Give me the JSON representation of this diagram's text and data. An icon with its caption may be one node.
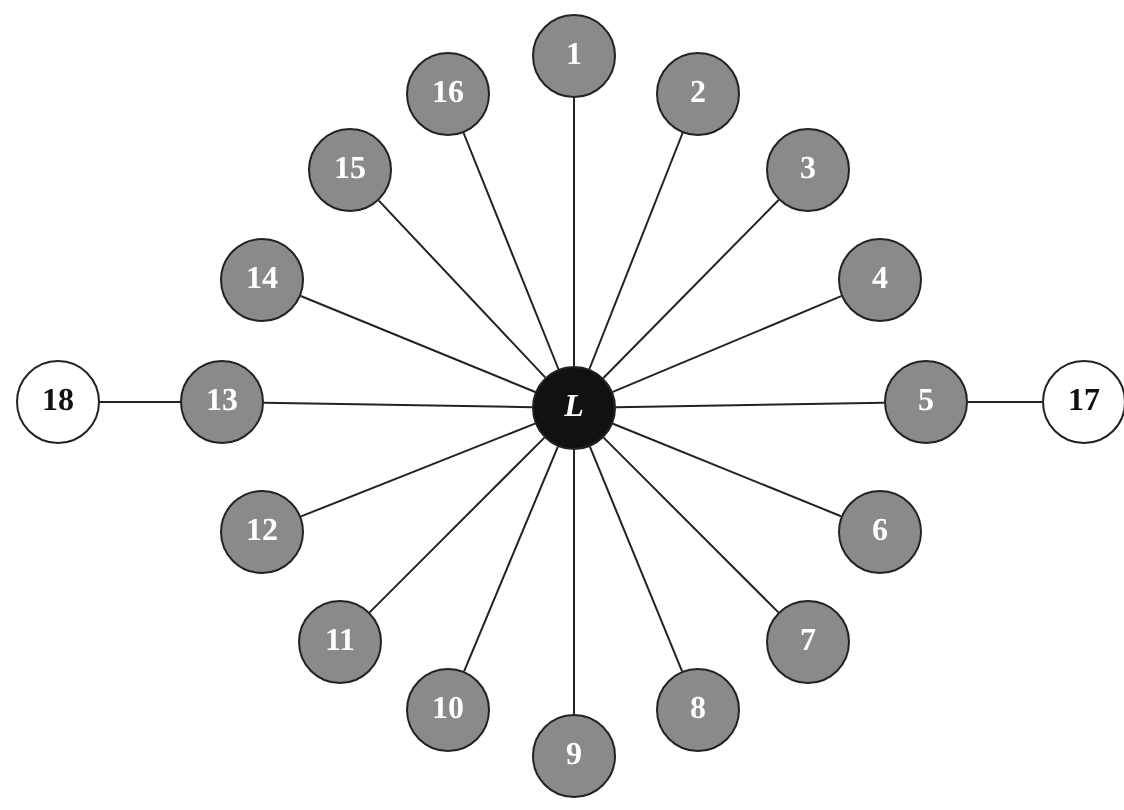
{
  "diagram": {
    "nodes": [
      {
        "text": [
          "L"
        ]
      },
      {
        "text": [
          "1"
        ]
      },
      {
        "text": [
          "2"
        ]
      },
      {
        "text": [
          "3"
        ]
      },
      {
        "text": [
          "4"
        ]
      },
      {
        "text": [
          "5"
        ]
      },
      {
        "text": [
          "6"
        ]
      },
      {
        "text": [
          "7"
        ]
      },
      {
        "text": [
          "8"
        ]
      },
      {
        "text": [
          "9"
        ]
      },
      {
        "text": [
          "10"
        ]
      },
      {
        "text": [
          "11"
        ]
      },
      {
        "text": [
          "12"
        ]
      },
      {
        "text": [
          "13"
        ]
      },
      {
        "text": [
          "14"
        ]
      },
      {
        "text": [
          "15"
        ]
      },
      {
        "text": [
          "16"
        ]
      },
      {
        "text": [
          "17"
        ]
      },
      {
        "text": [
          "18"
        ]
      }
    ],
    "edges": [
      {
        "from": 0,
        "to": 1,
        "arrow": "none"
      },
      {
        "from": 0,
        "to": 2,
        "arrow": "none"
      },
      {
        "from": 0,
        "to": 3,
        "arrow": "none"
      },
      {
        "from": 0,
        "to": 4,
        "arrow": "none"
      },
      {
        "from": 0,
        "to": 5,
        "arrow": "none"
      },
      {
        "from": 0,
        "to": 6,
        "arrow": "none"
      },
      {
        "from": 0,
        "to": 7,
        "arrow": "none"
      },
      {
        "from": 0,
        "to": 8,
        "arrow": "none"
      },
      {
        "from": 0,
        "to": 9,
        "arrow": "none"
      },
      {
        "from": 0,
        "to": 10,
        "arrow": "none"
      },
      {
        "from": 0,
        "to": 11,
        "arrow": "none"
      },
      {
        "from": 0,
        "to": 12,
        "arrow": "none"
      },
      {
        "from": 0,
        "to": 13,
        "arrow": "none"
      },
      {
        "from": 0,
        "to": 14,
        "arrow": "none"
      },
      {
        "from": 0,
        "to": 15,
        "arrow": "none"
      },
      {
        "from": 0,
        "to": 16,
        "arrow": "none"
      },
      {
        "from": 5,
        "to": 17,
        "arrow": "none"
      },
      {
        "from": 13,
        "to": 18,
        "arrow": "none"
      }
    ]
  }
}
